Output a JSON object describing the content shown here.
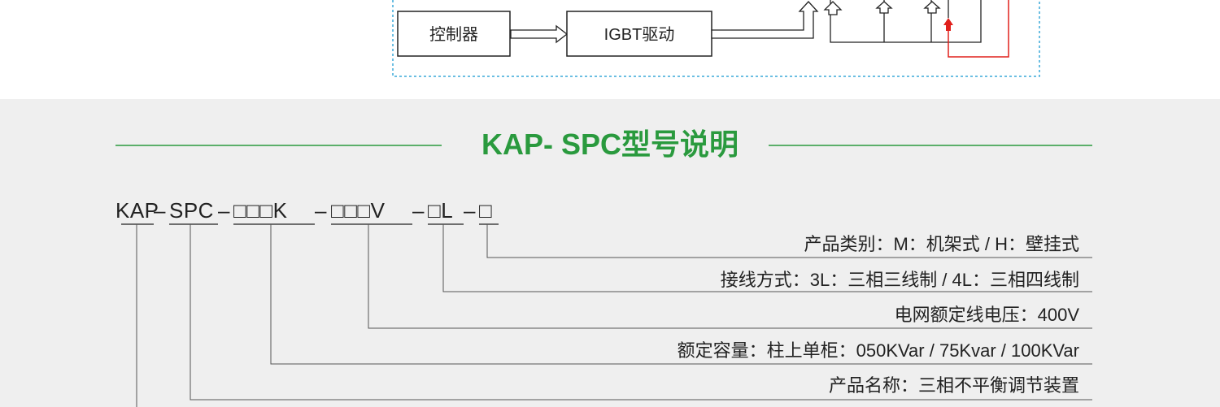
{
  "diagram": {
    "controller_label": "控制器",
    "igbt_label": "IGBT驱动"
  },
  "model": {
    "heading": "KAP-  SPC型号说明",
    "code": {
      "p1": "KAP",
      "sep1": "–",
      "p2": "SPC",
      "sep2": "–",
      "p3": "□□□K",
      "sep3": "–",
      "p4": "□□□V",
      "sep4": "–",
      "p5": "□L",
      "sep5": "–",
      "p6": "□"
    },
    "descriptions": [
      "产品类别：M：机架式 / H：壁挂式",
      "接线方式：3L：三相三线制 / 4L：三相四线制",
      "电网额定线电压：400V",
      "额定容量：柱上单柜：050KVar / 75Kvar / 100KVar",
      "产品名称：三相不平衡调节装置"
    ]
  },
  "colors": {
    "accent": "#2a9a3e",
    "dotted_border": "#3aa8d8",
    "red": "#e0201c"
  }
}
